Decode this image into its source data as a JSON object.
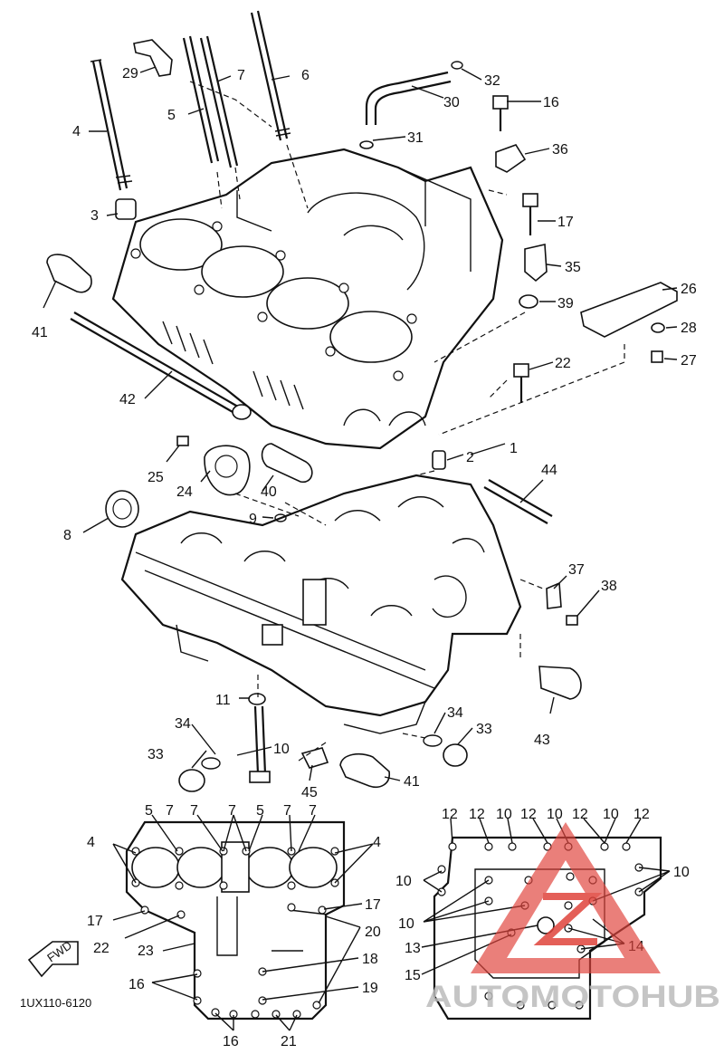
{
  "diagram_code": "1UX110-6120",
  "fwd_label": "FWD",
  "watermark": {
    "brand": "AUTOMOTOHUB",
    "accent": "#e0443c",
    "gray": "#9a9a9a"
  },
  "callouts": {
    "c1": "1",
    "c2": "2",
    "c3": "3",
    "c4": "4",
    "c5": "5",
    "c6": "6",
    "c7": "7",
    "c8": "8",
    "c9": "9",
    "c10": "10",
    "c11": "11",
    "c16": "16",
    "c17": "17",
    "c22": "22",
    "c24": "24",
    "c25": "25",
    "c26": "26",
    "c27": "27",
    "c28": "28",
    "c29": "29",
    "c30": "30",
    "c31": "31",
    "c32": "32",
    "c33a": "33",
    "c33b": "33",
    "c34a": "34",
    "c34b": "34",
    "c35": "35",
    "c36": "36",
    "c37": "37",
    "c38": "38",
    "c39": "39",
    "c40": "40",
    "c41a": "41",
    "c41b": "41",
    "c42": "42",
    "c43": "43",
    "c44": "44",
    "c45": "45"
  },
  "top_view": {
    "labels": {
      "t5a": "5",
      "t7a": "7",
      "t7b": "7",
      "t7c": "7",
      "t5b": "5",
      "t7d": "7",
      "t7e": "7",
      "t4a": "4",
      "t4b": "4",
      "t17a": "17",
      "t17b": "17",
      "t22": "22",
      "t23": "23",
      "t20": "20",
      "t18": "18",
      "t16a": "16",
      "t19": "19",
      "t16b": "16",
      "t21": "21"
    }
  },
  "bottom_view": {
    "labels": {
      "b12a": "12",
      "b12b": "12",
      "b10a": "10",
      "b12c": "12",
      "b10b": "10",
      "b12d": "12",
      "b10c": "10",
      "b12e": "12",
      "b10d": "10",
      "b10e": "10",
      "b10f": "10",
      "b13": "13",
      "b14": "14",
      "b15": "15"
    }
  }
}
